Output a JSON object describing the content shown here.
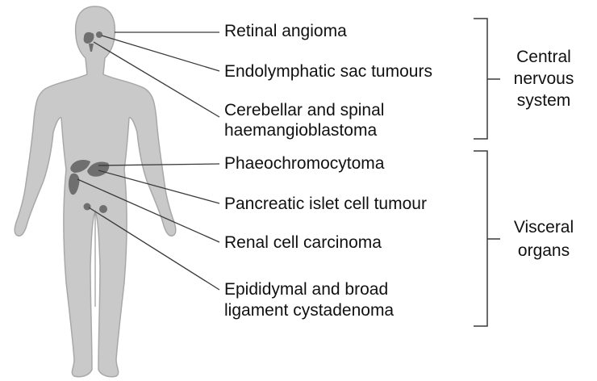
{
  "labels": {
    "retinal": "Retinal angioma",
    "endolymphatic": "Endolymphatic sac tumours",
    "cerebellar_1": "Cerebellar and spinal",
    "cerebellar_2": "haemangioblastoma",
    "phaeo": "Phaeochromocytoma",
    "pancreatic": "Pancreatic islet cell tumour",
    "renal": "Renal cell carcinoma",
    "epididymal_1": "Epididymal and broad",
    "epididymal_2": "ligament cystadenoma"
  },
  "groups": {
    "cns_1": "Central",
    "cns_2": "nervous",
    "cns_3": "system",
    "visceral_1": "Visceral",
    "visceral_2": "organs"
  },
  "colors": {
    "body": "#c9c9c9",
    "body_outline": "#a8a8a8",
    "organ": "#6f6f6f",
    "line": "#3a3a3a"
  }
}
